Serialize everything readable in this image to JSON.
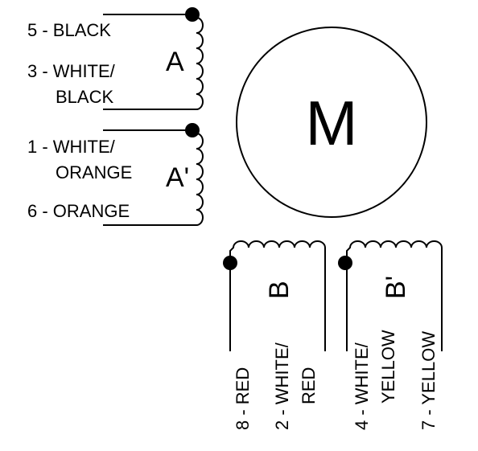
{
  "motor": {
    "label": "M"
  },
  "coils": {
    "A": {
      "name": "A",
      "wires": [
        "5 - BLACK",
        "3 - WHITE/",
        "BLACK"
      ]
    },
    "A2": {
      "name": "A'",
      "wires": [
        "1 - WHITE/",
        "ORANGE",
        "6 - ORANGE"
      ]
    },
    "B": {
      "name": "B",
      "wires": [
        "8 - RED",
        "2 - WHITE/",
        "RED"
      ]
    },
    "B2": {
      "name": "B'",
      "wires": [
        "4 - WHITE/",
        "YELLOW",
        "7 - YELLOW"
      ]
    }
  },
  "colors": {
    "line": "#000000",
    "background": "#ffffff"
  }
}
